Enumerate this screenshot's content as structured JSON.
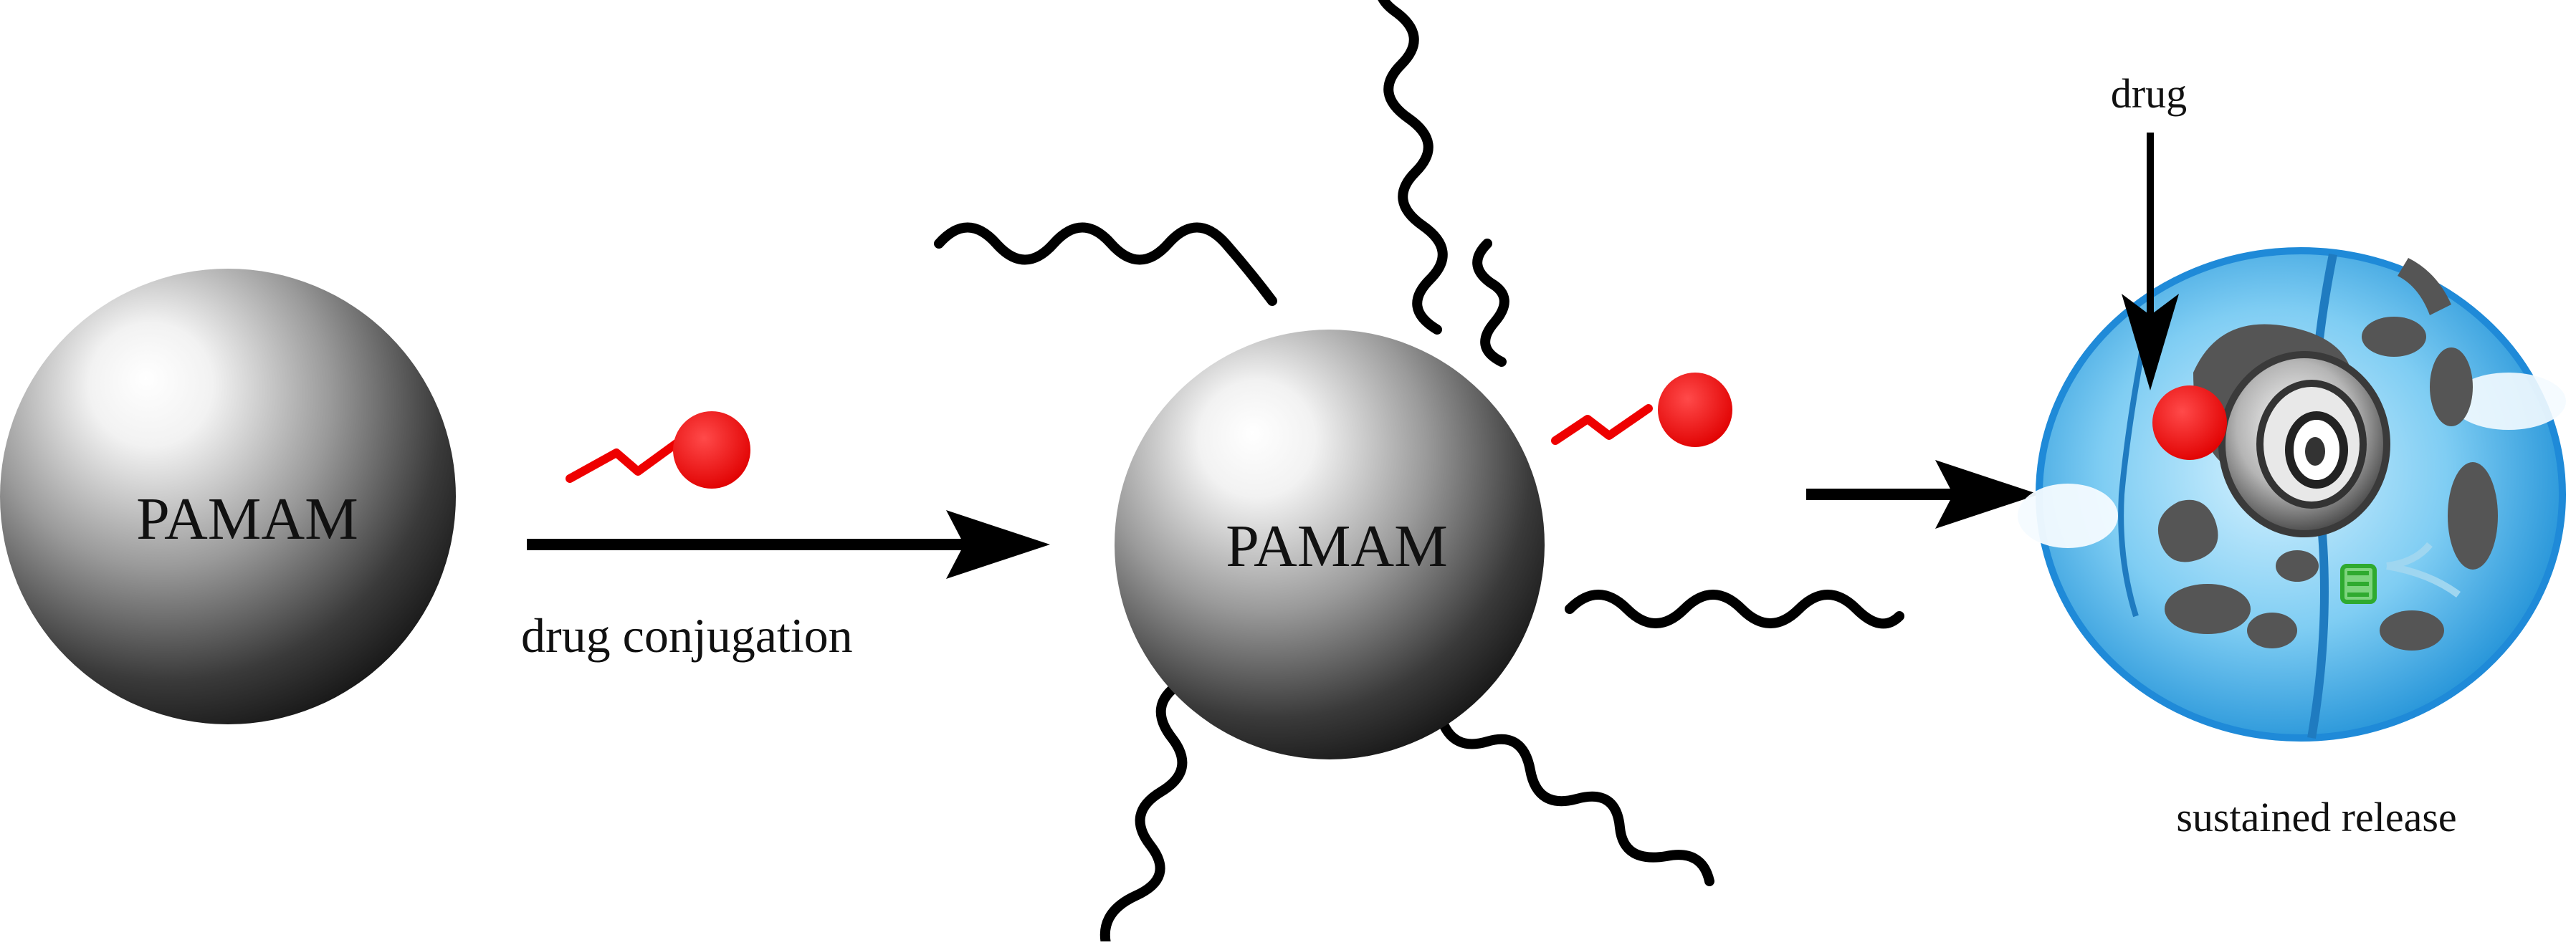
{
  "labels": {
    "core_left": "PAMAM",
    "core_center": "PAMAM",
    "conjugation_step": "drug conjugation",
    "drug_pointer": "drug",
    "release_step": "sustained release"
  },
  "colors": {
    "drug": "#ee0000",
    "arrow": "#000000",
    "chain": "#000000",
    "cell_membrane": "#1f8ad8",
    "cell_light": "#aee3fb",
    "organelle": "#5a5a5a"
  }
}
